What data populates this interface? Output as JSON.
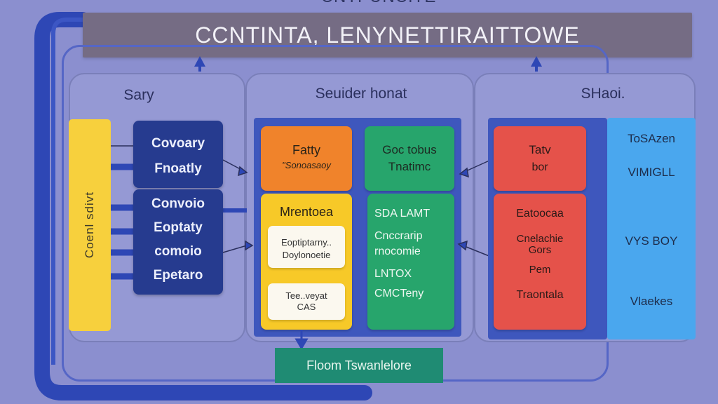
{
  "colors": {
    "background": "#8b8fcf",
    "title_bar": "#756c84",
    "navy": "#263b8f",
    "orange": "#f0832b",
    "yellow": "#f7c928",
    "green": "#27a56c",
    "red": "#e5524a",
    "light_blue": "#4aa7ee",
    "footer": "#1f8b73",
    "connector": "#2e47b5"
  },
  "header": {
    "top_text": "CNTPUNCITE",
    "title": "CCNTINTA, LENYNETTIRAITTOWE"
  },
  "sections": {
    "left": {
      "label": "Sary",
      "side_bar_text": "Coenl sdivt",
      "boxes": [
        {
          "lines": [
            "Covoary",
            "Fnoatly"
          ]
        },
        {
          "lines": [
            "Convoio",
            "Eoptaty",
            "comoio",
            "Epetaro"
          ]
        }
      ]
    },
    "middle": {
      "label": "Seuider honat",
      "orange_box": {
        "line1": "Fatty",
        "line2": "\"Sonoasaoy"
      },
      "yellow_card": {
        "title": "Mrentoea",
        "card1": {
          "line1": "Eoptiptarny..",
          "line2": "Doylonoetie"
        },
        "card2": {
          "line1": "Tee..veyat",
          "line2": "CAS"
        }
      },
      "green_top": {
        "line1": "Goc tobus",
        "line2": "Tnatimc"
      },
      "green_bottom": [
        "SDA LAMT",
        "Cnccrarip",
        "rnocomie",
        "LNTOX",
        "CMCTeny"
      ]
    },
    "right": {
      "label": "SHaoi.",
      "red_top": {
        "line1": "Tatv",
        "line2": "bor"
      },
      "red_bottom": [
        "Eatoocaa",
        "Cnelachie",
        "Gors",
        "Pem",
        "Traontala"
      ],
      "blue_items": [
        "ToSAzen",
        "VIMIGLL",
        "VYS BOY",
        "Vlaekes"
      ]
    }
  },
  "footer": {
    "label": "Floom Tswanlelore"
  }
}
